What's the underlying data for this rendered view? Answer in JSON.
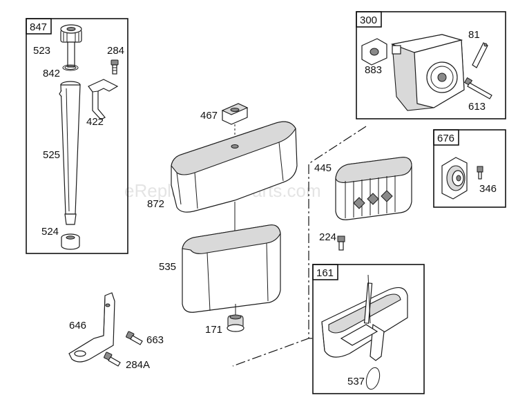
{
  "watermark": "eReplacementParts.com",
  "colors": {
    "line": "#1a1a1a",
    "shade": "#d9d9d9",
    "watermark": "#cfcfcf"
  },
  "boxes": [
    {
      "id": "847",
      "label": "847"
    },
    {
      "id": "300",
      "label": "300"
    },
    {
      "id": "676",
      "label": "676"
    },
    {
      "id": "161",
      "label": "161"
    }
  ],
  "parts": [
    {
      "label": "523"
    },
    {
      "label": "284"
    },
    {
      "label": "842"
    },
    {
      "label": "422"
    },
    {
      "label": "525"
    },
    {
      "label": "524"
    },
    {
      "label": "467"
    },
    {
      "label": "872"
    },
    {
      "label": "535"
    },
    {
      "label": "171"
    },
    {
      "label": "646"
    },
    {
      "label": "663"
    },
    {
      "label": "284A"
    },
    {
      "label": "883"
    },
    {
      "label": "81"
    },
    {
      "label": "613"
    },
    {
      "label": "445"
    },
    {
      "label": "224"
    },
    {
      "label": "346"
    },
    {
      "label": "537"
    }
  ]
}
